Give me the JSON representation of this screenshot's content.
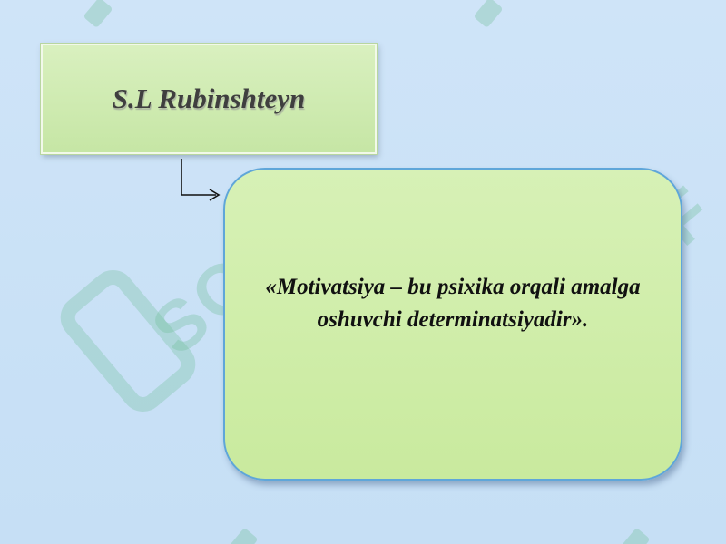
{
  "slide": {
    "title": "S.L Rubinshteyn",
    "quote": "«Motivatsiya – bu psixika orqali amalga oshuvchi determinatsiyadir».",
    "watermark": "SOFF"
  },
  "colors": {
    "background": "#cce3f7",
    "box_fill": "#cbe9a6",
    "quote_border": "#5fa6d9",
    "title_text": "#3f3f3f",
    "quote_text": "#111111",
    "watermark": "#6ebe96"
  }
}
